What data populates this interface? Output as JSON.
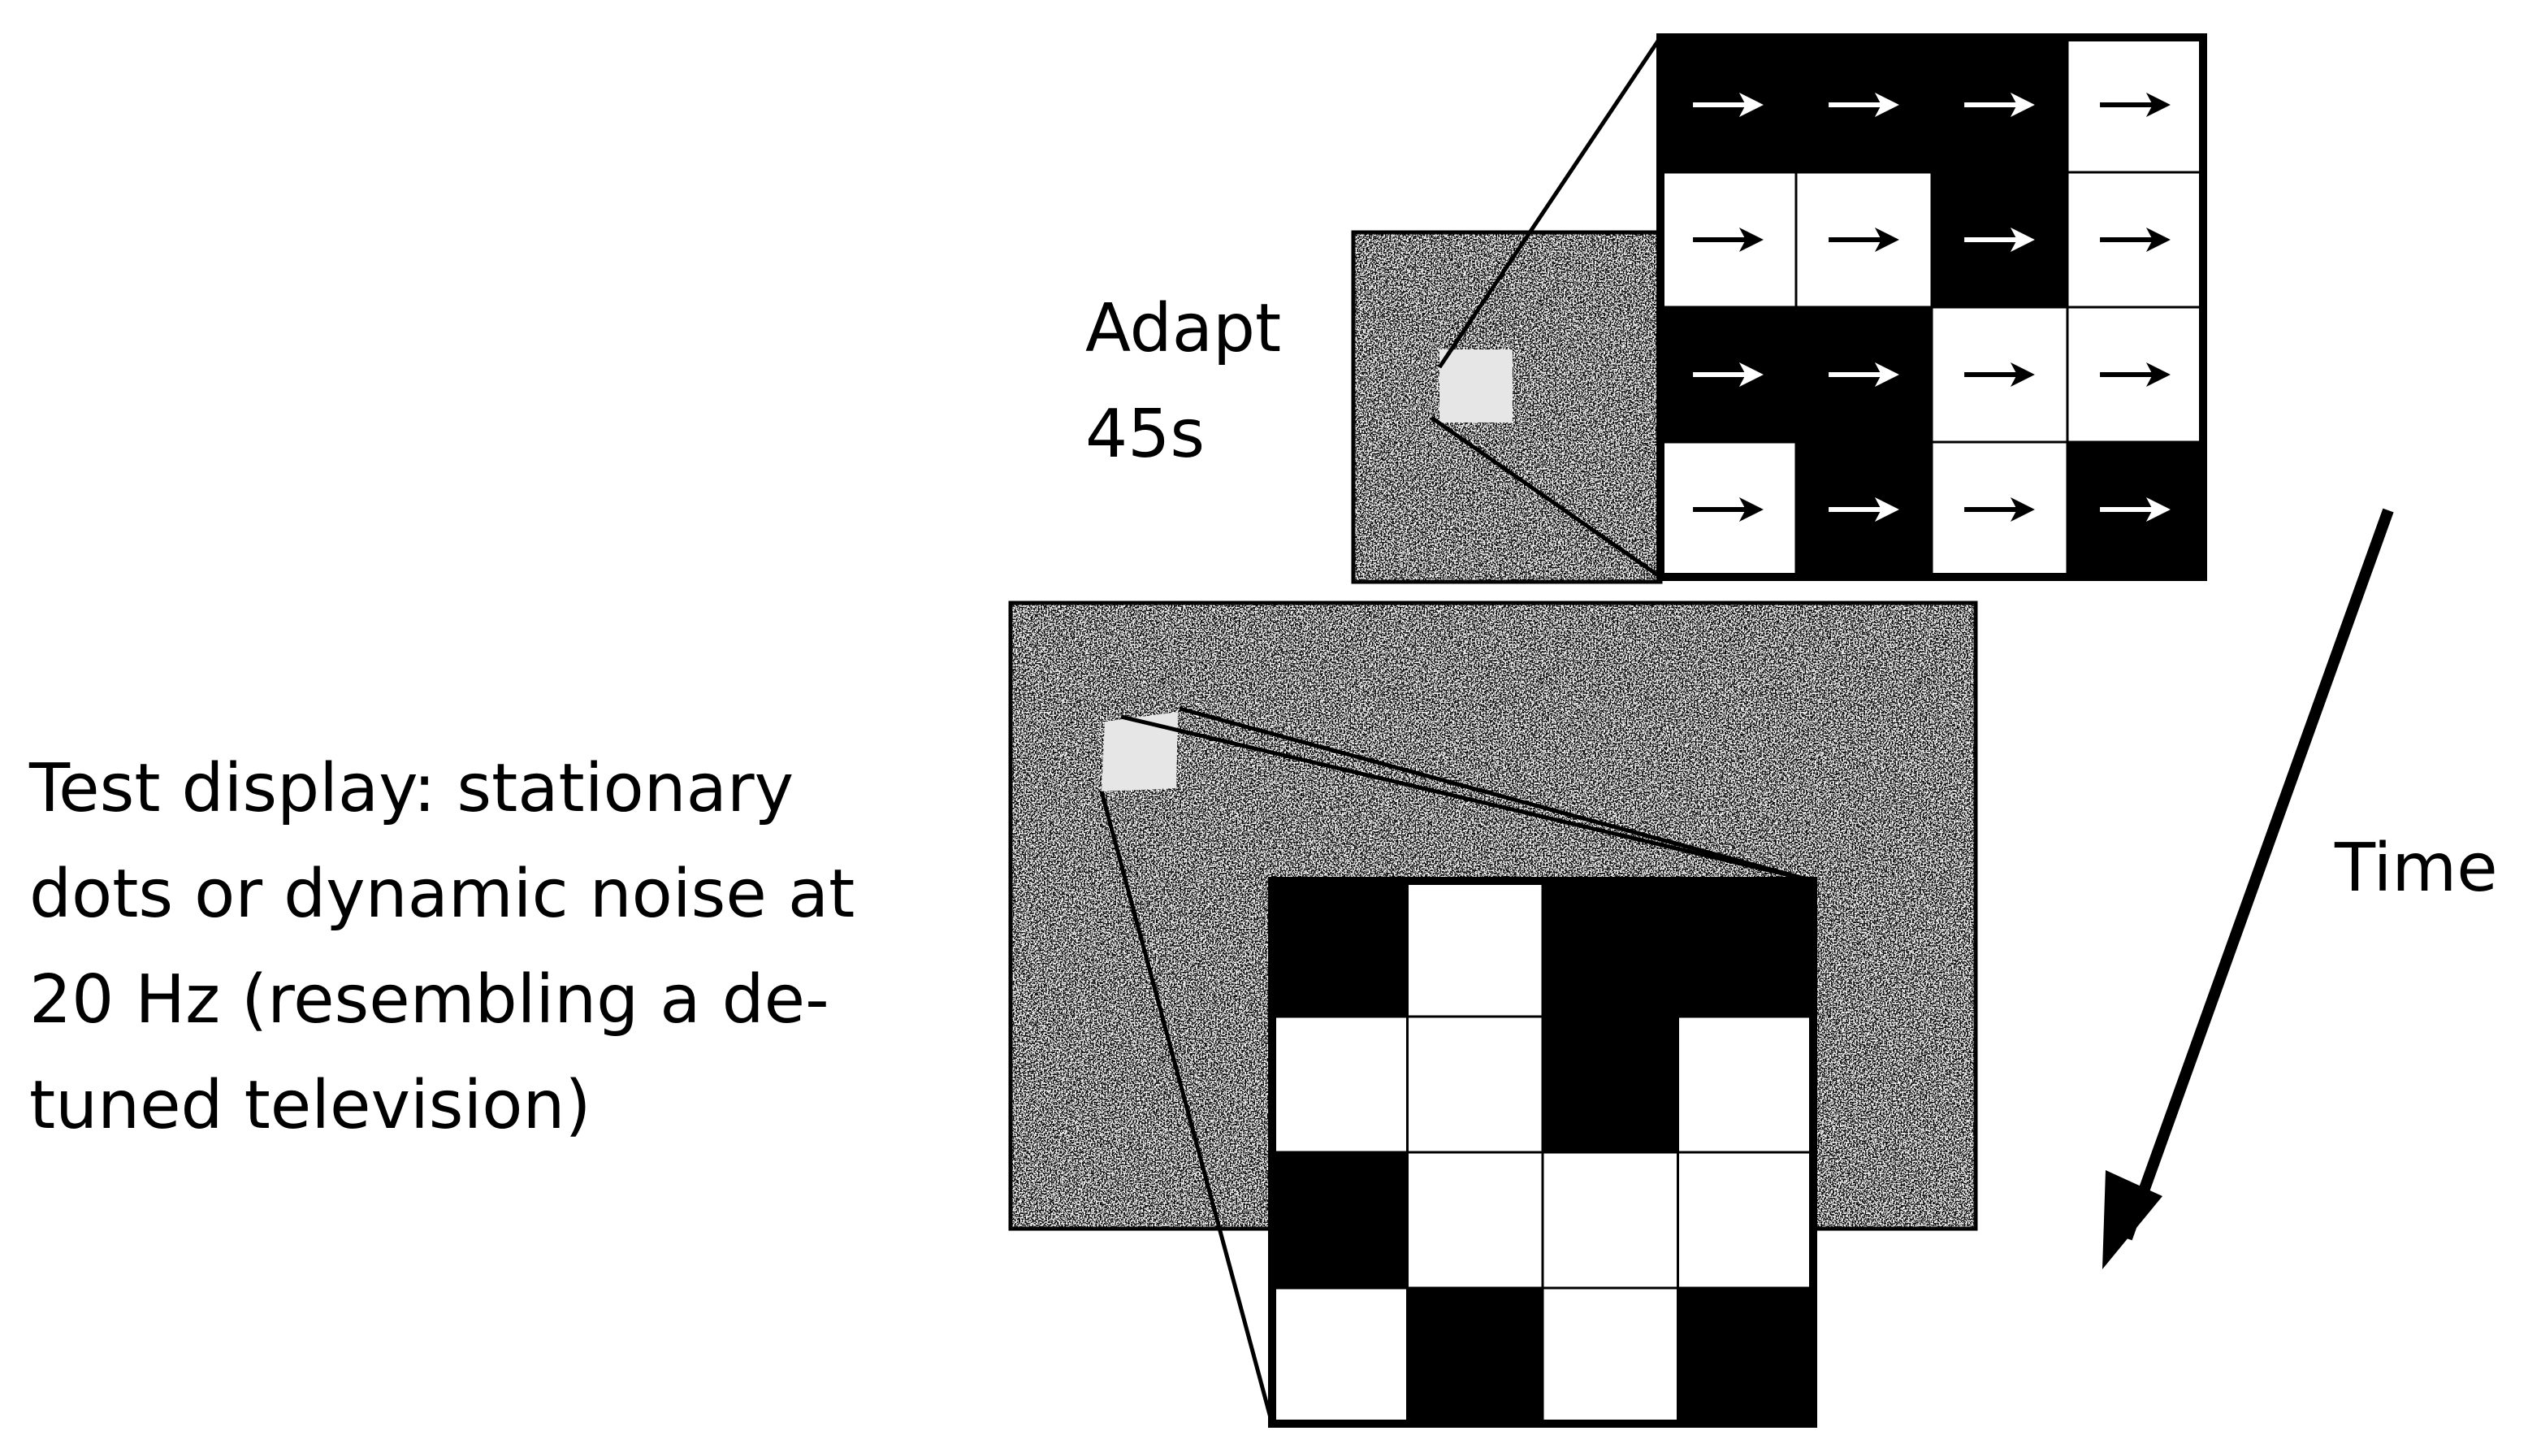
{
  "labels": {
    "adapt": [
      "Adapt",
      "45s"
    ],
    "test": [
      "Test display: stationary",
      "dots  or dynamic noise at",
      "20 Hz (resembling a de-",
      "tuned television)"
    ],
    "time": "Time"
  },
  "adapt_grid": {
    "rows": 4,
    "cols": 4,
    "cells": [
      [
        "black",
        "black",
        "black",
        "white"
      ],
      [
        "white",
        "white",
        "black",
        "white"
      ],
      [
        "black",
        "black",
        "white",
        "white"
      ],
      [
        "white",
        "black",
        "white",
        "black"
      ]
    ],
    "arrow_direction": "right"
  },
  "test_grid": {
    "rows": 4,
    "cols": 4,
    "cells": [
      [
        "black",
        "white",
        "black",
        "black"
      ],
      [
        "white",
        "white",
        "black",
        "white"
      ],
      [
        "black",
        "white",
        "white",
        "white"
      ],
      [
        "white",
        "black",
        "white",
        "black"
      ]
    ]
  },
  "colors": {
    "black_cell": "#000000",
    "white_cell": "#ffffff",
    "noise_dark": "#1a1a1a",
    "noise_light": "#f2f2f2",
    "patch": "#e6e6e6"
  }
}
